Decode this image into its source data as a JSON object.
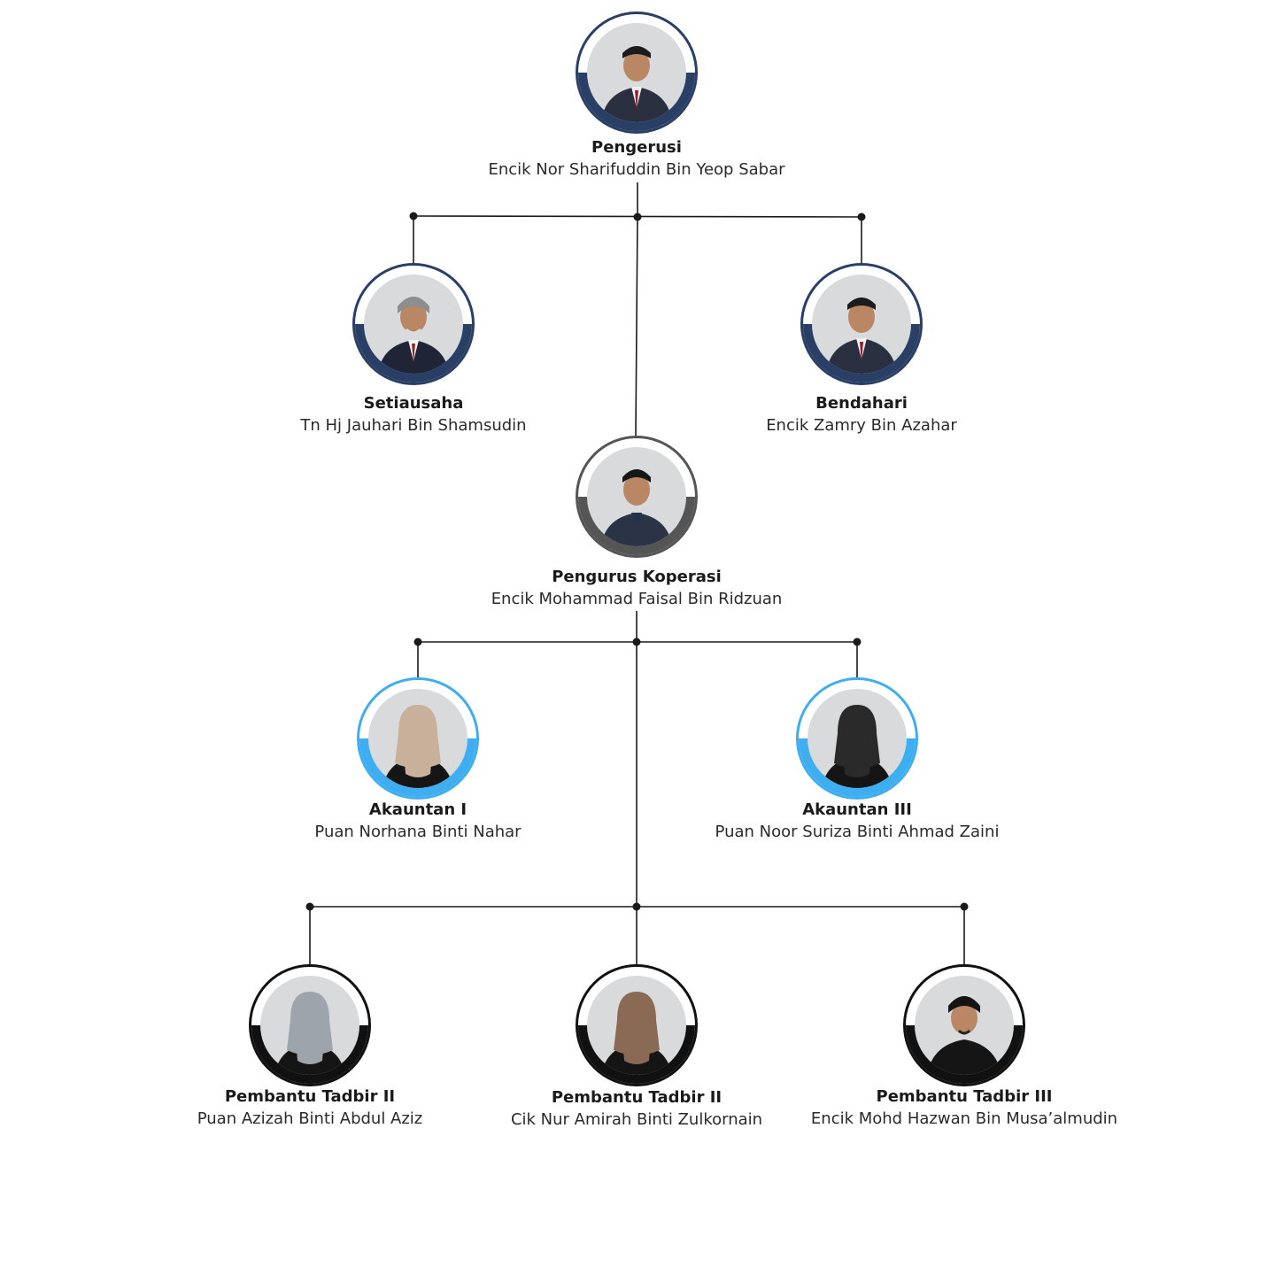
{
  "colors": {
    "navy": "#2a3f66",
    "grey": "#555555",
    "light_blue": "#3eaef0",
    "black": "#111111",
    "connector": "#1a1a1a"
  },
  "members": {
    "pengerusi": {
      "role": "Pengerusi",
      "name": "Encik Nor Sharifuddin Bin Yeop Sabar",
      "accent": "navy",
      "icon": "person-photo"
    },
    "setiausaha": {
      "role": "Setiausaha",
      "name": "Tn Hj Jauhari Bin Shamsudin",
      "accent": "navy",
      "icon": "person-photo"
    },
    "bendahari": {
      "role": "Bendahari",
      "name": "Encik Zamry Bin Azahar",
      "accent": "navy",
      "icon": "person-photo"
    },
    "pengurus": {
      "role": "Pengurus Koperasi",
      "name": "Encik Mohammad Faisal Bin Ridzuan",
      "accent": "grey",
      "icon": "person-photo"
    },
    "akauntan1": {
      "role": "Akauntan I",
      "name": "Puan Norhana Binti Nahar",
      "accent": "light_blue",
      "icon": "person-photo"
    },
    "akauntan3": {
      "role": "Akauntan III",
      "name": "Puan Noor Suriza Binti Ahmad Zaini",
      "accent": "light_blue",
      "icon": "person-photo"
    },
    "pt_azizah": {
      "role": "Pembantu Tadbir II",
      "name": "Puan Azizah Binti Abdul Aziz",
      "accent": "black",
      "icon": "person-photo"
    },
    "pt_amirah": {
      "role": "Pembantu Tadbir II",
      "name": "Cik Nur Amirah Binti Zulkornain",
      "accent": "black",
      "icon": "person-photo"
    },
    "pt_hazwan": {
      "role": "Pembantu Tadbir III",
      "name": "Encik Mohd Hazwan Bin Musa’almudin",
      "accent": "black",
      "icon": "person-photo"
    }
  }
}
